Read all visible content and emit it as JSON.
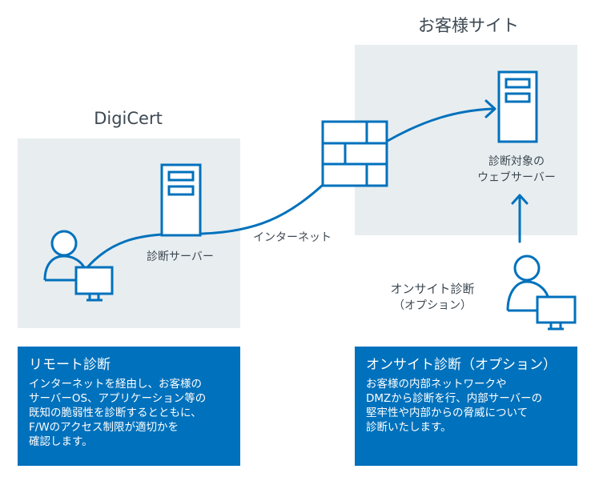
{
  "colors": {
    "accent": "#0071bc",
    "zone": "#e8edf0",
    "text": "#3d4852"
  },
  "digicert": {
    "title": "DigiCert",
    "server_label": "診断サーバー"
  },
  "customer": {
    "title": "お客様サイト",
    "server_label_line1": "診断対象の",
    "server_label_line2": "ウェブサーバー"
  },
  "network": {
    "label": "インターネット"
  },
  "onsite": {
    "label_line1": "オンサイト診断",
    "label_line2": "（オプション）"
  },
  "cards": [
    {
      "title": "リモート診断",
      "body": "インターネットを経由し、お客様の\nサーバーOS、アプリケーション等の\n既知の脆弱性を診断するとともに、\nF/Wのアクセス制限が適切かを\n確認します。"
    },
    {
      "title": "オンサイト診断（オプション）",
      "body": "お客様の内部ネットワークや\nDMZから診断を行、内部サーバーの\n堅牢性や内部からの脅威について\n診断いたします。"
    }
  ],
  "icons": [
    "user-icon",
    "monitor-icon",
    "server-icon",
    "firewall-icon",
    "arrow-icon"
  ]
}
